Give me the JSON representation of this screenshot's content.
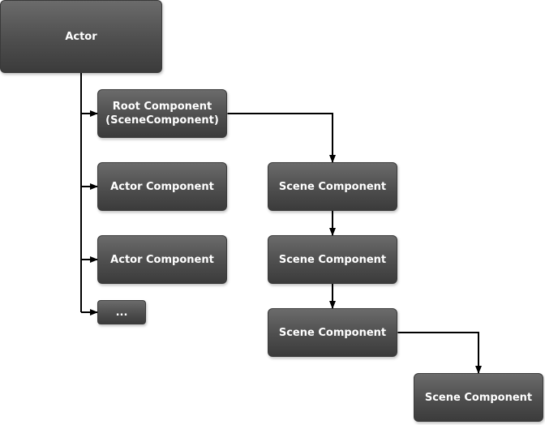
{
  "diagram": {
    "actor": {
      "label": "Actor"
    },
    "root_component": {
      "line1": "Root Component",
      "line2": "(SceneComponent)"
    },
    "actor_component_1": {
      "label": "Actor Component"
    },
    "actor_component_2": {
      "label": "Actor Component"
    },
    "ellipsis": {
      "label": "..."
    },
    "scene_component_1": {
      "label": "Scene Component"
    },
    "scene_component_2": {
      "label": "Scene Component"
    },
    "scene_component_3": {
      "label": "Scene Component"
    },
    "scene_component_4": {
      "label": "Scene Component"
    }
  },
  "colors": {
    "node_top": "#6b6b6b",
    "node_bottom": "#3b3b3b",
    "text": "#ffffff",
    "connector": "#000000",
    "background": "#ffffff"
  }
}
